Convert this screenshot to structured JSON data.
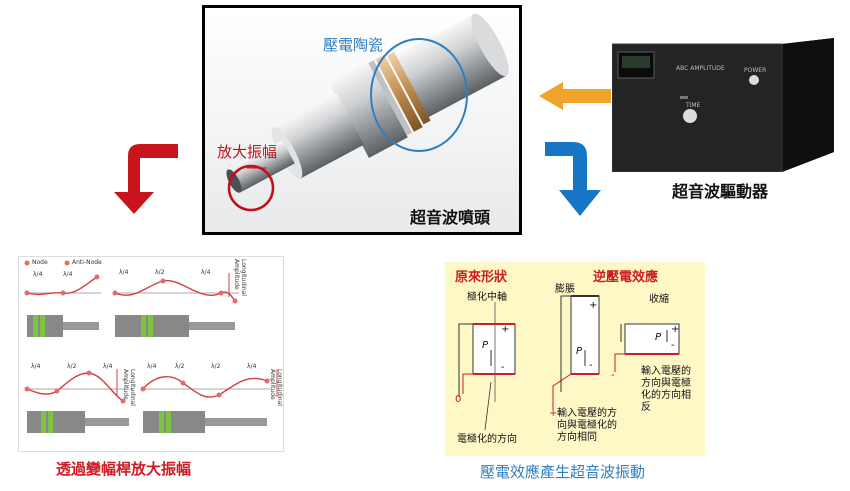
{
  "nozzle": {
    "title": "超音波噴頭",
    "label_piezo": "壓電陶瓷",
    "label_amplify": "放大振幅"
  },
  "driver": {
    "title": "超音波驅動器",
    "panel_text": "ABC AMPLITUDE",
    "power_text": "POWER",
    "knob_text": "TIME"
  },
  "amplify_panel": {
    "caption": "透過變幅桿放大振幅",
    "legend_node": "Node",
    "legend_antinode": "Anti-Node",
    "axis_label": "Longitudinal Amplitude",
    "diagrams": [
      {
        "marks": [
          "λ/4",
          "λ/4"
        ]
      },
      {
        "marks": [
          "λ/4",
          "λ/2",
          "λ/4"
        ]
      },
      {
        "marks": [
          "λ/4",
          "λ/2",
          "λ/4"
        ]
      },
      {
        "marks": [
          "λ/4",
          "λ/2",
          "λ/2",
          "λ/4"
        ]
      }
    ]
  },
  "piezo_panel": {
    "caption": "壓電效應產生超音波振動",
    "heading_original": "原來形狀",
    "heading_inverse": "逆壓電效應",
    "sub_axis": "極化中軸",
    "sub_expand": "膨脹",
    "sub_contract": "收縮",
    "pole_letter": "P",
    "plus": "+",
    "minus": "-",
    "zero": "0",
    "note_direction": "電極化的方向",
    "note_same": "輸入電壓的方向與電極化的方向相同",
    "note_same_lines": [
      "輸入電壓的方",
      "向與電極化的",
      "方向相同"
    ],
    "note_opposite_lines": [
      "輸入電壓的",
      "方向與電極",
      "化的方向相",
      "反"
    ]
  },
  "colors": {
    "arrow_red": "#c8141c",
    "arrow_blue": "#1775c5",
    "arrow_orange": "#f0a42a",
    "accent_blue": "#2f7fbf",
    "accent_red": "#d01c24",
    "panel_yellow": "#fdf8c6"
  }
}
